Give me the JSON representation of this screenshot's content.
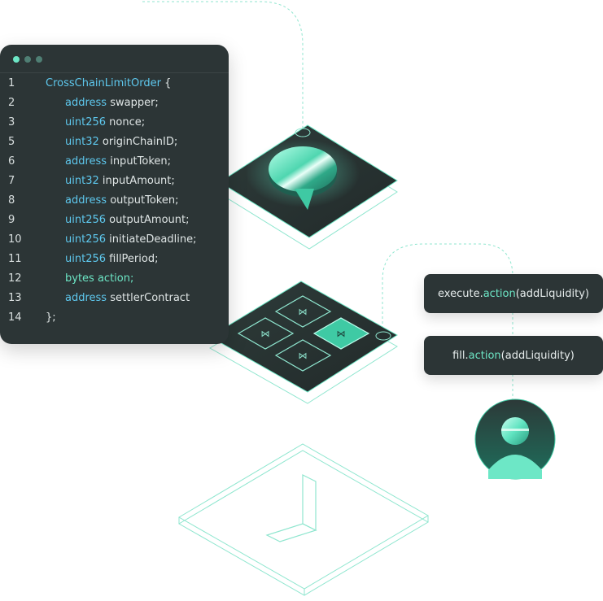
{
  "code_window": {
    "lines": [
      {
        "num": "1",
        "kw": "CrossChainLimitOrder",
        "ident": " {",
        "indent": 0
      },
      {
        "num": "2",
        "kw": "address",
        "ident": " swapper;",
        "indent": 1
      },
      {
        "num": "3",
        "kw": "uint256",
        "ident": " nonce;",
        "indent": 1
      },
      {
        "num": "5",
        "kw": "uint32",
        "ident": " originChainID;",
        "indent": 1
      },
      {
        "num": "6",
        "kw": "address",
        "ident": " inputToken;",
        "indent": 1
      },
      {
        "num": "7",
        "kw": "uint32",
        "ident": " inputAmount;",
        "indent": 1
      },
      {
        "num": "8",
        "kw": "address",
        "ident": " outputToken;",
        "indent": 1
      },
      {
        "num": "9",
        "kw": "uint256",
        "ident": " outputAmount;",
        "indent": 1
      },
      {
        "num": "10",
        "kw": "uint256",
        "ident": " initiateDeadline;",
        "indent": 1
      },
      {
        "num": "11",
        "kw": "uint256",
        "ident": " fillPeriod;",
        "indent": 1
      },
      {
        "num": "12",
        "kw": "bytes",
        "ident": " action;",
        "indent": 1,
        "green": true
      },
      {
        "num": "13",
        "kw": "address",
        "ident": " settlerContract",
        "indent": 1
      },
      {
        "num": "14",
        "kw": "",
        "ident": "};",
        "indent": 0
      }
    ]
  },
  "actions": {
    "execute": {
      "prefix": "execute.",
      "accent": "action",
      "suffix": "(addLiquidity)"
    },
    "fill": {
      "prefix": "fill.",
      "accent": "action",
      "suffix": "(addLiquidity)"
    }
  },
  "colors": {
    "accent": "#6de7c6",
    "keyword": "#5ec8ee",
    "panel": "#2c3536",
    "line": "#8fe6cf"
  }
}
